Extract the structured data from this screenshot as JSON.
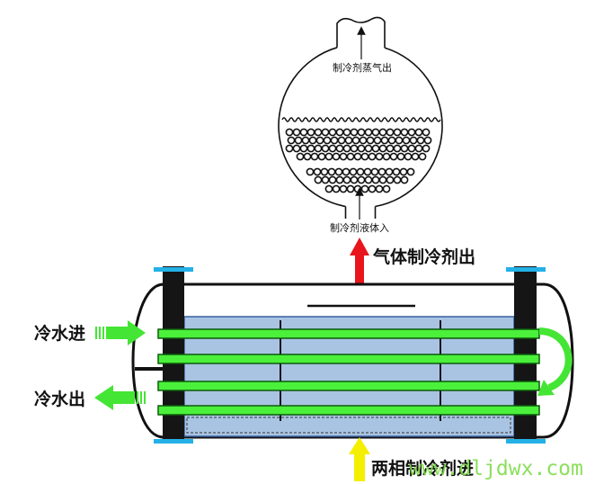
{
  "top_diagram": {
    "vapor_out_label": "制冷剂蒸气出",
    "liquid_in_label": "制冷剂液体入"
  },
  "main": {
    "gas_refrigerant_out_label": "气体制冷剂出",
    "cold_water_in_label": "冷水进",
    "cold_water_out_label": "冷水出",
    "two_phase_refrigerant_in_label": "两相制冷剂进"
  },
  "watermark": "www.dljdwx.com",
  "colors": {
    "gas_out_arrow": "#e8161c",
    "two_phase_in_arrow": "#f4ee00",
    "water_arrow": "#44e534",
    "tube": "#4bf03b",
    "liquid": "#a8c4e2",
    "flange": "#23b1e6",
    "watermark": "#7fdc4a"
  }
}
